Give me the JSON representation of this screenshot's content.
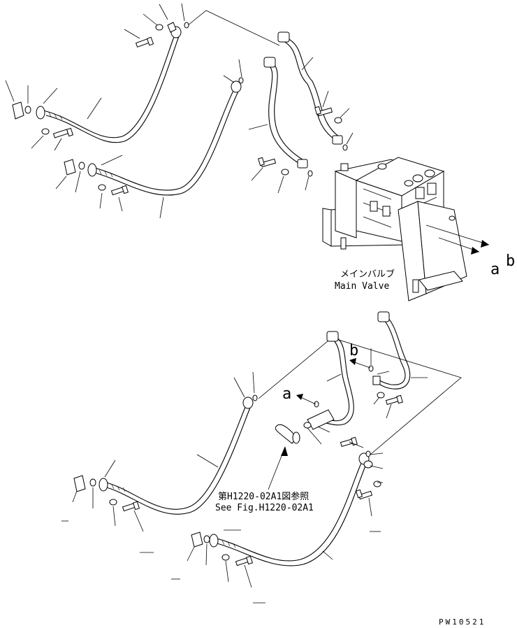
{
  "diagram": {
    "labels": {
      "main_valve_jp": "メインバルブ",
      "main_valve_en": "Main Valve",
      "ref_jp": "第H1220-02A1図参照",
      "ref_en": "See Fig.H1220-02A1",
      "drawing_no": "PW10521"
    },
    "connection_markers": [
      {
        "id": "a-upper",
        "letter": "a"
      },
      {
        "id": "b-upper",
        "letter": "b"
      },
      {
        "id": "a-lower",
        "letter": "a"
      },
      {
        "id": "b-lower",
        "letter": "b"
      }
    ]
  }
}
